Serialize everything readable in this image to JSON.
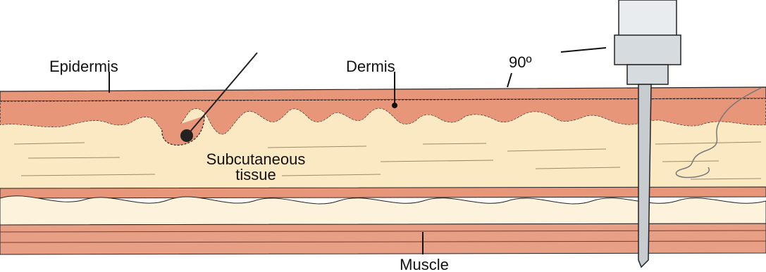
{
  "labels": {
    "epidermis": "Epidermis",
    "dermis": "Dermis",
    "angle": "90º",
    "subcutaneous_line1": "Subcutaneous",
    "subcutaneous_line2": "tissue",
    "muscle": "Muscle"
  },
  "colors": {
    "background": "#ffffff",
    "dermis": "#e8967a",
    "dermis_dark": "#d97c61",
    "subcutaneous": "#fbe9c4",
    "fat_lobules": "#fdf3dc",
    "muscle": "#e79f85",
    "needle": "#d6dbe0",
    "outline": "#222222"
  }
}
